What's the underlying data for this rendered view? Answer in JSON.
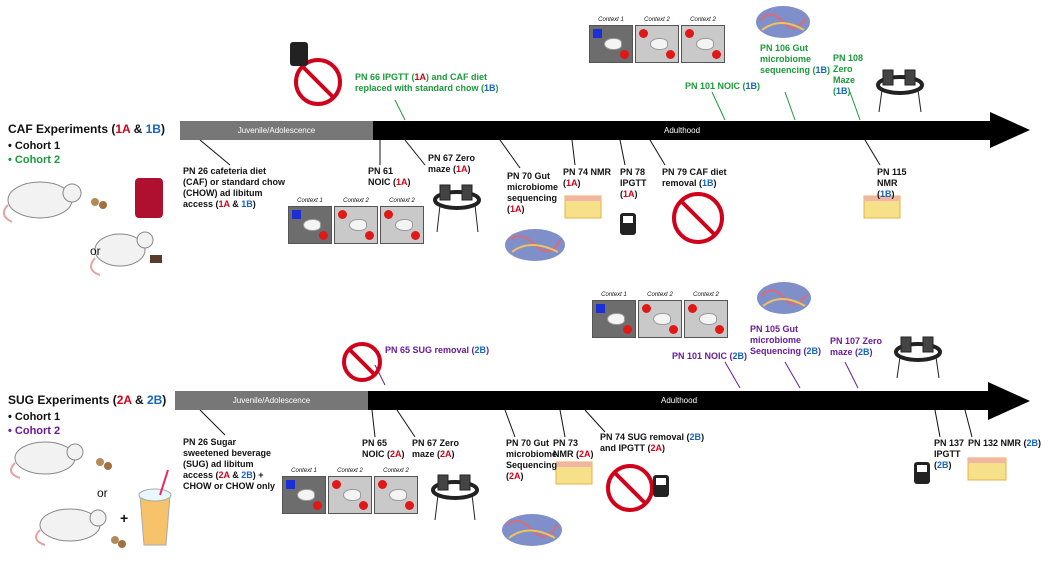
{
  "caf": {
    "title_prefix": "CAF Experiments (",
    "title_1a": "1A",
    "title_amp": " & ",
    "title_1b": "1B",
    "title_suffix": ")",
    "cohort1": "Cohort 1",
    "cohort2": "Cohort 2",
    "or": "or",
    "juvenile": "Juvenile/Adolescence",
    "adulthood": "Adulthood",
    "pn26": {
      "main": "PN 26 cafeteria diet (CAF) or standard chow (CHOW) ad libitum access (",
      "a": "1A",
      "amp": " & ",
      "b": "1B",
      "end": ")"
    },
    "pn61": {
      "main": "PN 61 NOIC (",
      "a": "1A",
      "end": ")"
    },
    "pn66": {
      "main": "PN 66  IPGTT (",
      "a": "1A",
      "mid": ") and CAF diet replaced with standard chow (",
      "b": "1B",
      "end": ")"
    },
    "pn67": {
      "main": "PN 67 Zero maze (",
      "a": "1A",
      "end": ")"
    },
    "pn70": {
      "main": "PN 70 Gut microbiome sequencing (",
      "a": "1A",
      "end": ")"
    },
    "pn74": {
      "main": "PN 74 NMR (",
      "a": "1A",
      "end": ")"
    },
    "pn78": {
      "main": "PN 78 IPGTT (",
      "a": "1A",
      "end": ")"
    },
    "pn79": {
      "main": "PN 79 CAF diet removal (",
      "b": "1B",
      "end": ")"
    },
    "pn101": {
      "main": "PN 101 NOIC (",
      "b": "1B",
      "end": ")"
    },
    "pn106": {
      "main": "PN 106 Gut microbiome sequencing (",
      "b": "1B",
      "end": ")"
    },
    "pn108": {
      "main": "PN 108 Zero Maze (",
      "b": "1B",
      "end": ")"
    },
    "pn115": {
      "main": "PN 115 NMR (",
      "b": "1B",
      "end": ")"
    }
  },
  "sug": {
    "title_prefix": "SUG Experiments (",
    "title_2a": "2A",
    "title_amp": " & ",
    "title_2b": "2B",
    "title_suffix": ")",
    "cohort1": "Cohort 1",
    "cohort2": "Cohort 2",
    "or": "or",
    "plus": "+",
    "juvenile": "Juvenile/Adolescence",
    "adulthood": "Adulthood",
    "pn26": {
      "main": "PN 26 Sugar sweetened beverage (SUG) ad libitum access (",
      "a": "2A",
      "amp": " & ",
      "b": "2B",
      "end": ") + CHOW or CHOW only"
    },
    "pn65noic": {
      "main": "PN 65 NOIC (",
      "a": "2A",
      "end": ")"
    },
    "pn65sug": {
      "main": "PN 65 SUG removal (",
      "b": "2B",
      "end": ")"
    },
    "pn67": {
      "main": "PN 67 Zero maze (",
      "a": "2A",
      "end": ")"
    },
    "pn70": {
      "main": "PN 70 Gut microbiome Sequencing (",
      "a": "2A",
      "end": ")"
    },
    "pn73": {
      "main": "PN 73 NMR (",
      "a": "2A",
      "end": ")"
    },
    "pn74": {
      "main": "PN 74 SUG removal (",
      "b": "2B",
      "mid": ") and IPGTT (",
      "a": "2A",
      "end": ")"
    },
    "pn101": {
      "main": "PN 101 NOIC (",
      "b": "2B",
      "end": ")"
    },
    "pn105": {
      "main": "PN 105 Gut microbiome Sequencing (",
      "b": "2B",
      "end": ")"
    },
    "pn107": {
      "main": "PN 107 Zero maze (",
      "b": "2B",
      "end": ")"
    },
    "pn137": {
      "main": "PN 137 IPGTT (",
      "b": "2B",
      "end": ")"
    },
    "pn132": {
      "main": "PN 132 NMR (",
      "b": "2B",
      "end": ")"
    }
  },
  "contexts": [
    "Context 1",
    "Context 2",
    "Context 2"
  ],
  "colors": {
    "cohort1": "#d0021b",
    "cohort2": "#1565c0",
    "green": "#1a9a3a",
    "purple": "#6a1b9a"
  }
}
